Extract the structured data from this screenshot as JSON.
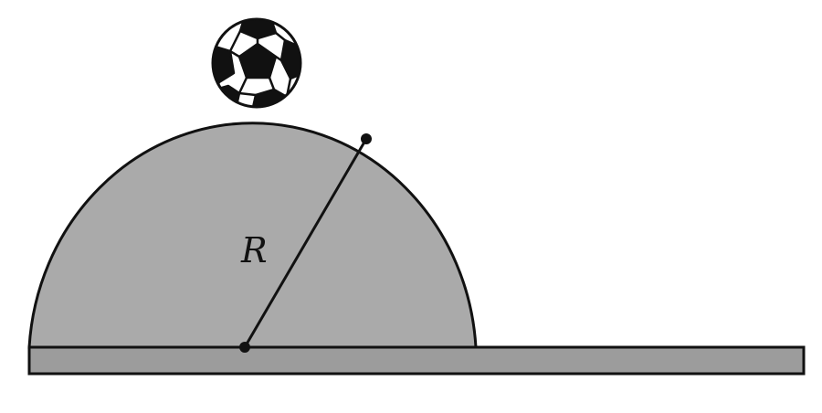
{
  "diagram": {
    "radius_label": "R",
    "colors": {
      "hemisphere_fill": "#aaaaaa",
      "ground_fill": "#9c9c9c",
      "outline": "#111111",
      "ball_white": "#ffffff",
      "ball_black": "#111111"
    },
    "objects": {
      "hemisphere": "hemisphere",
      "ground": "ground-plank",
      "ball": "soccer-ball-icon"
    }
  }
}
